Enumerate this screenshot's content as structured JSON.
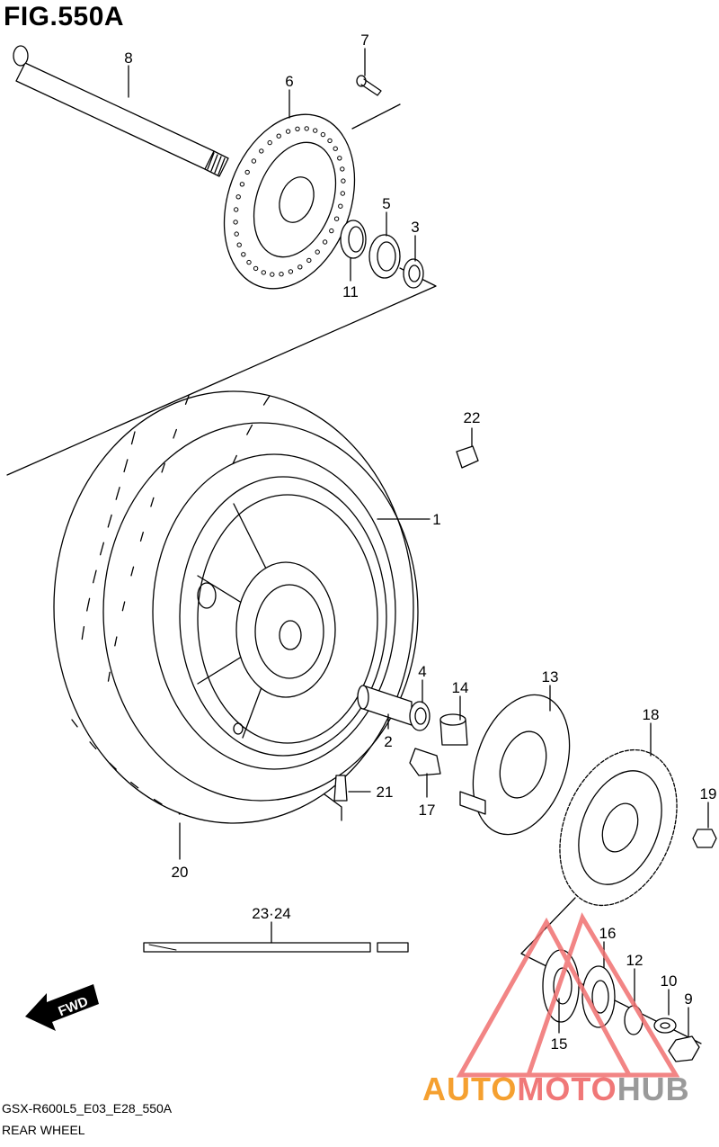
{
  "figure": {
    "title": "FIG.550A",
    "code": "GSX-R600L5_E03_E28_550A",
    "name": "REAR WHEEL"
  },
  "fwd_label": "FWD",
  "watermark": {
    "part1": "AUTO",
    "part2": "MOTO",
    "part3": "HUB",
    "colors": {
      "part1": "#f5a030",
      "part2": "#f07878",
      "part3": "#9a9a9a",
      "triangle": "#f07070"
    }
  },
  "callouts": [
    {
      "id": "c1",
      "label": "1"
    },
    {
      "id": "c2",
      "label": "2"
    },
    {
      "id": "c3",
      "label": "3"
    },
    {
      "id": "c4",
      "label": "4"
    },
    {
      "id": "c5",
      "label": "5"
    },
    {
      "id": "c6",
      "label": "6"
    },
    {
      "id": "c7",
      "label": "7"
    },
    {
      "id": "c8",
      "label": "8"
    },
    {
      "id": "c9",
      "label": "9"
    },
    {
      "id": "c10",
      "label": "10"
    },
    {
      "id": "c11",
      "label": "11"
    },
    {
      "id": "c12",
      "label": "12"
    },
    {
      "id": "c13",
      "label": "13"
    },
    {
      "id": "c14",
      "label": "14"
    },
    {
      "id": "c15",
      "label": "15"
    },
    {
      "id": "c16",
      "label": "16"
    },
    {
      "id": "c17",
      "label": "17"
    },
    {
      "id": "c18",
      "label": "18"
    },
    {
      "id": "c19",
      "label": "19"
    },
    {
      "id": "c20",
      "label": "20"
    },
    {
      "id": "c21",
      "label": "21"
    },
    {
      "id": "c22",
      "label": "22"
    },
    {
      "id": "c23",
      "label": "23·24"
    }
  ]
}
